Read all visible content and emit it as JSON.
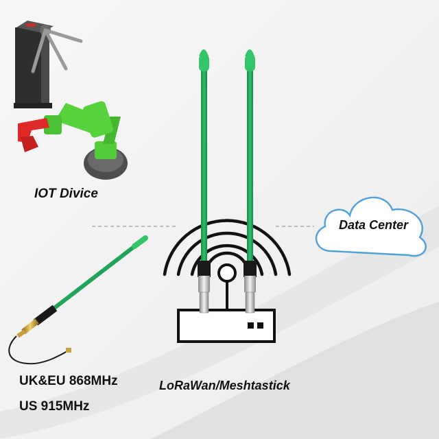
{
  "labels": {
    "iot_device": "IOT Divice",
    "data_center": "Data Center",
    "protocol": "LoRaWan/Meshtastick",
    "frequency_eu": "UK&EU 868MHz",
    "frequency_us": "US 915MHz"
  },
  "colors": {
    "antenna_green": "#1f9c55",
    "tip_green": "#34c46a",
    "robot_green": "#58d23c",
    "claw_red": "#e02a2a",
    "line_black": "#111111"
  }
}
